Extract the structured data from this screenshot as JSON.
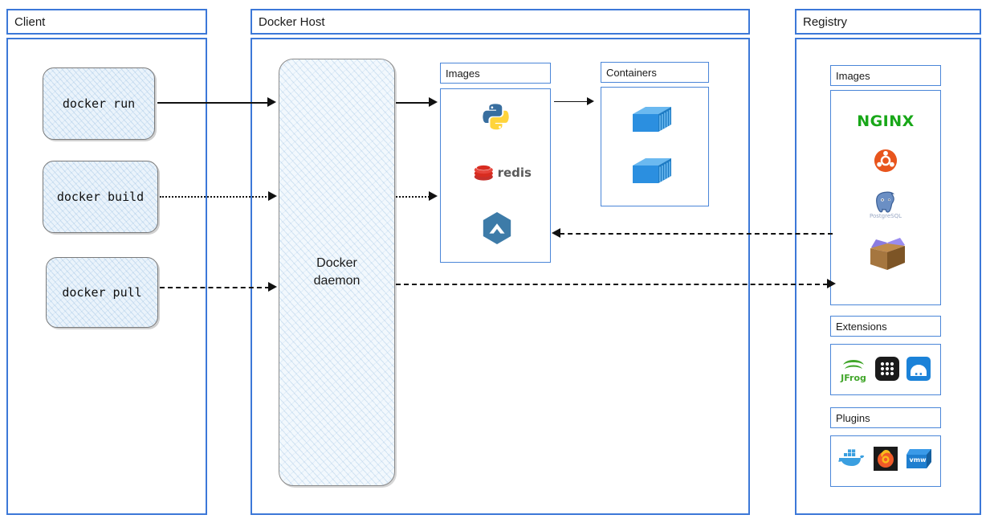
{
  "diagram": {
    "title": "Docker architecture",
    "accent_border": "#3c78d8",
    "sub_border": "#4a86d8",
    "box_fill": "#eaf3fb"
  },
  "panels": {
    "client": {
      "title": "Client"
    },
    "host": {
      "title": "Docker Host"
    },
    "registry": {
      "title": "Registry"
    }
  },
  "client": {
    "commands": [
      {
        "label": "docker run",
        "name": "docker-run-box"
      },
      {
        "label": "docker build",
        "name": "docker-build-box"
      },
      {
        "label": "docker pull",
        "name": "docker-pull-box"
      }
    ]
  },
  "host": {
    "daemon_line1": "Docker",
    "daemon_line2": "daemon",
    "images": {
      "title": "Images",
      "items": [
        {
          "name": "python-icon",
          "label": "python"
        },
        {
          "name": "redis-icon",
          "label": "redis"
        },
        {
          "name": "alpine-hexagon-icon",
          "label": "alpine"
        }
      ]
    },
    "containers": {
      "title": "Containers",
      "items": [
        {
          "name": "shipping-container-icon",
          "label": "container"
        },
        {
          "name": "shipping-container-icon",
          "label": "container"
        }
      ]
    }
  },
  "registry": {
    "images": {
      "title": "Images",
      "items": [
        {
          "name": "nginx-icon",
          "label": "NGINX"
        },
        {
          "name": "ubuntu-icon",
          "label": "ubuntu"
        },
        {
          "name": "postgresql-icon",
          "label": "PostgreSQL"
        },
        {
          "name": "package-box-icon",
          "label": "package"
        }
      ]
    },
    "extensions": {
      "title": "Extensions",
      "items": [
        {
          "name": "jfrog-icon",
          "label": "JFrog"
        },
        {
          "name": "grid-apps-icon",
          "label": "apps"
        },
        {
          "name": "portainer-icon",
          "label": "portainer"
        }
      ]
    },
    "plugins": {
      "title": "Plugins",
      "items": [
        {
          "name": "docker-whale-icon",
          "label": "Docker"
        },
        {
          "name": "grafana-icon",
          "label": "Grafana"
        },
        {
          "name": "vmware-icon",
          "label": "vmw"
        }
      ]
    }
  },
  "connections": [
    {
      "name": "run-to-daemon",
      "style": "solid",
      "direction": "right"
    },
    {
      "name": "build-to-daemon",
      "style": "dotted",
      "direction": "right"
    },
    {
      "name": "pull-to-daemon",
      "style": "dashed",
      "direction": "right"
    },
    {
      "name": "daemon-to-images",
      "style": "solid",
      "direction": "right"
    },
    {
      "name": "daemon-to-images-2",
      "style": "dotted",
      "direction": "right"
    },
    {
      "name": "images-to-containers",
      "style": "solid",
      "direction": "right"
    },
    {
      "name": "registry-to-images",
      "style": "dashed",
      "direction": "left"
    },
    {
      "name": "daemon-to-registry",
      "style": "dashed",
      "direction": "right"
    }
  ]
}
